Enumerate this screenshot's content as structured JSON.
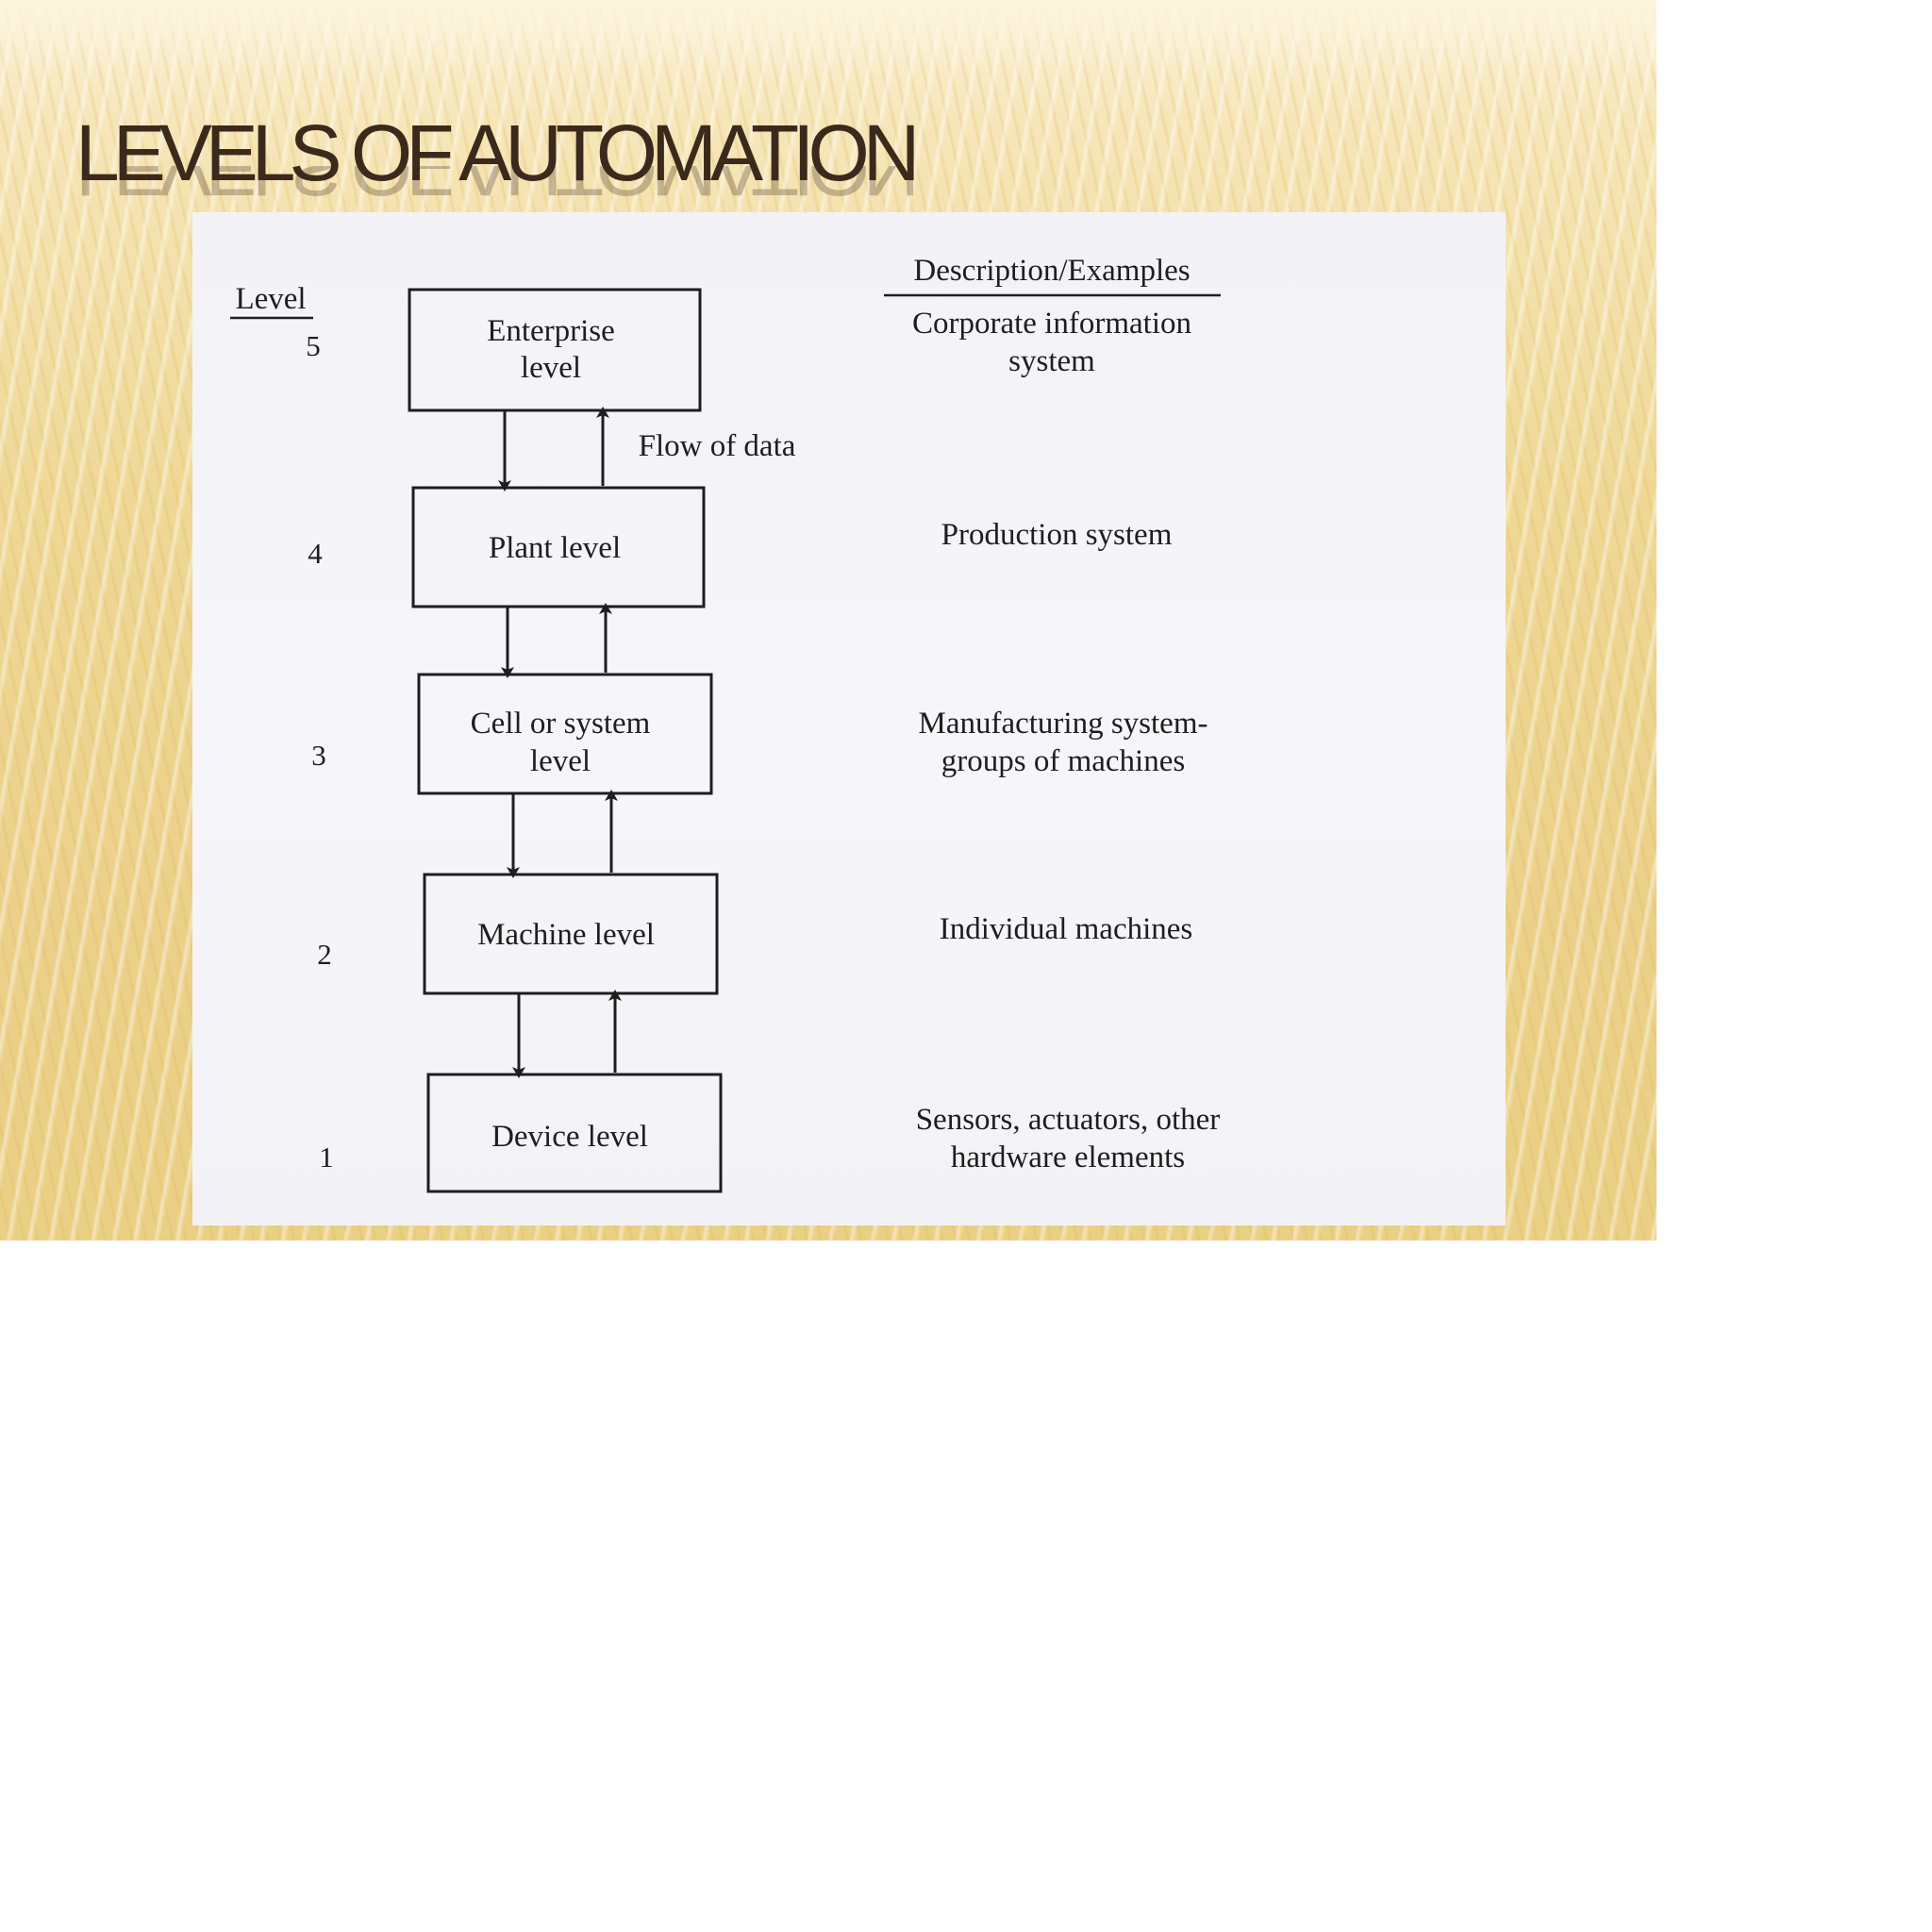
{
  "slide": {
    "title": "LEVELS OF AUTOMATION"
  },
  "diagram": {
    "level_header": "Level",
    "description_header": "Description/Examples",
    "flow_label": "Flow of data",
    "levels": [
      {
        "number": "5",
        "box_lines": [
          "Enterprise",
          "level"
        ],
        "description_lines": [
          "Corporate information",
          "system"
        ]
      },
      {
        "number": "4",
        "box_lines": [
          "Plant level"
        ],
        "description_lines": [
          "Production system"
        ]
      },
      {
        "number": "3",
        "box_lines": [
          "Cell or system",
          "level"
        ],
        "description_lines": [
          "Manufacturing system-",
          "groups of machines"
        ]
      },
      {
        "number": "2",
        "box_lines": [
          "Machine level"
        ],
        "description_lines": [
          "Individual machines"
        ]
      },
      {
        "number": "1",
        "box_lines": [
          "Device level"
        ],
        "description_lines": [
          "Sensors, actuators, other",
          "hardware elements"
        ]
      }
    ]
  },
  "colors": {
    "title": "#3b2a1c",
    "diagram_ink": "#1e1e1e",
    "panel": "#f4f4f8",
    "background": "#efd895"
  }
}
